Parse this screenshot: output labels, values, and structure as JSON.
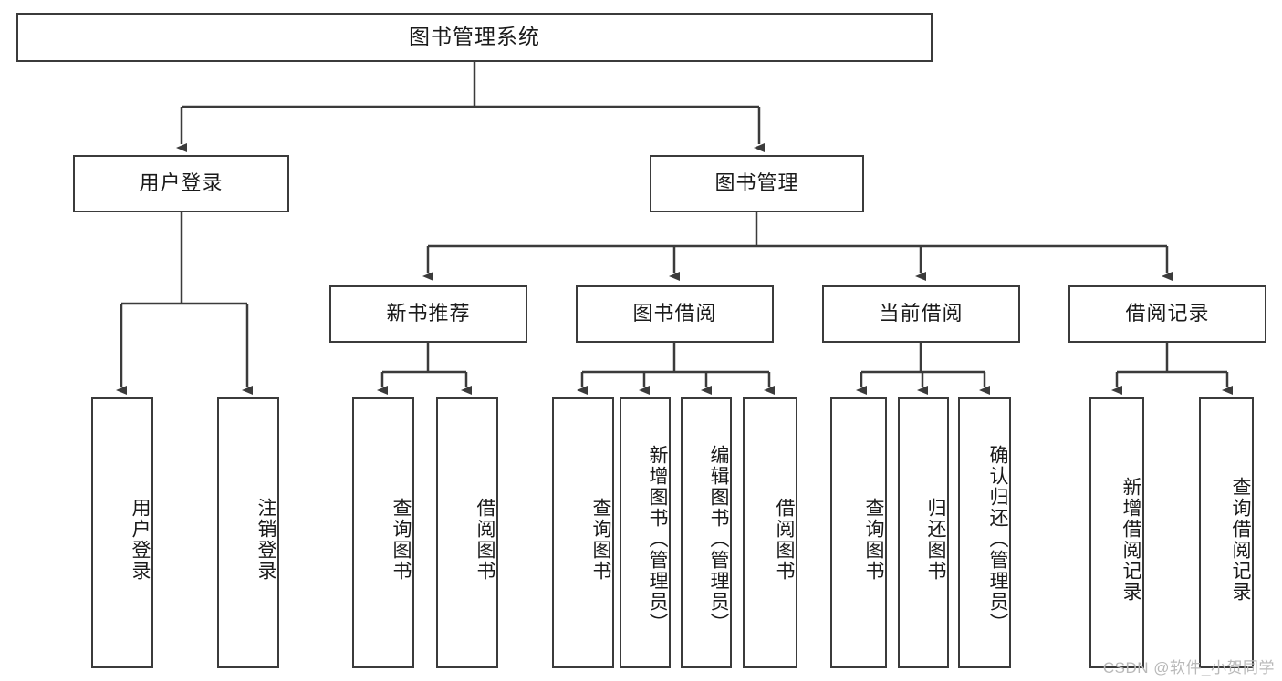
{
  "diagram": {
    "title": "图书管理系统",
    "type": "tree",
    "watermark": "CSDN @软件_小贺同学",
    "colors": {
      "stroke": "#3b3b3b",
      "fill": "#ffffff",
      "text": "#1a1a1a",
      "watermark": "#b9b9b9"
    },
    "root": {
      "label": "图书管理系统"
    },
    "level1": [
      {
        "label": "用户登录"
      },
      {
        "label": "图书管理"
      }
    ],
    "level2": [
      {
        "label": "新书推荐"
      },
      {
        "label": "图书借阅"
      },
      {
        "label": "当前借阅"
      },
      {
        "label": "借阅记录"
      }
    ],
    "leaves": [
      {
        "label": "用户登录",
        "parent": "用户登录"
      },
      {
        "label": "注销登录",
        "parent": "用户登录"
      },
      {
        "label": "查询图书",
        "parent": "新书推荐"
      },
      {
        "label": "借阅图书",
        "parent": "新书推荐"
      },
      {
        "label": "查询图书",
        "parent": "图书借阅"
      },
      {
        "label": "新增图书（管理员）",
        "parent": "图书借阅"
      },
      {
        "label": "编辑图书（管理员）",
        "parent": "图书借阅"
      },
      {
        "label": "借阅图书",
        "parent": "图书借阅"
      },
      {
        "label": "查询图书",
        "parent": "当前借阅"
      },
      {
        "label": "归还图书",
        "parent": "当前借阅"
      },
      {
        "label": "确认归还（管理员）",
        "parent": "当前借阅"
      },
      {
        "label": "新增借阅记录",
        "parent": "借阅记录"
      },
      {
        "label": "查询借阅记录",
        "parent": "借阅记录"
      }
    ]
  }
}
